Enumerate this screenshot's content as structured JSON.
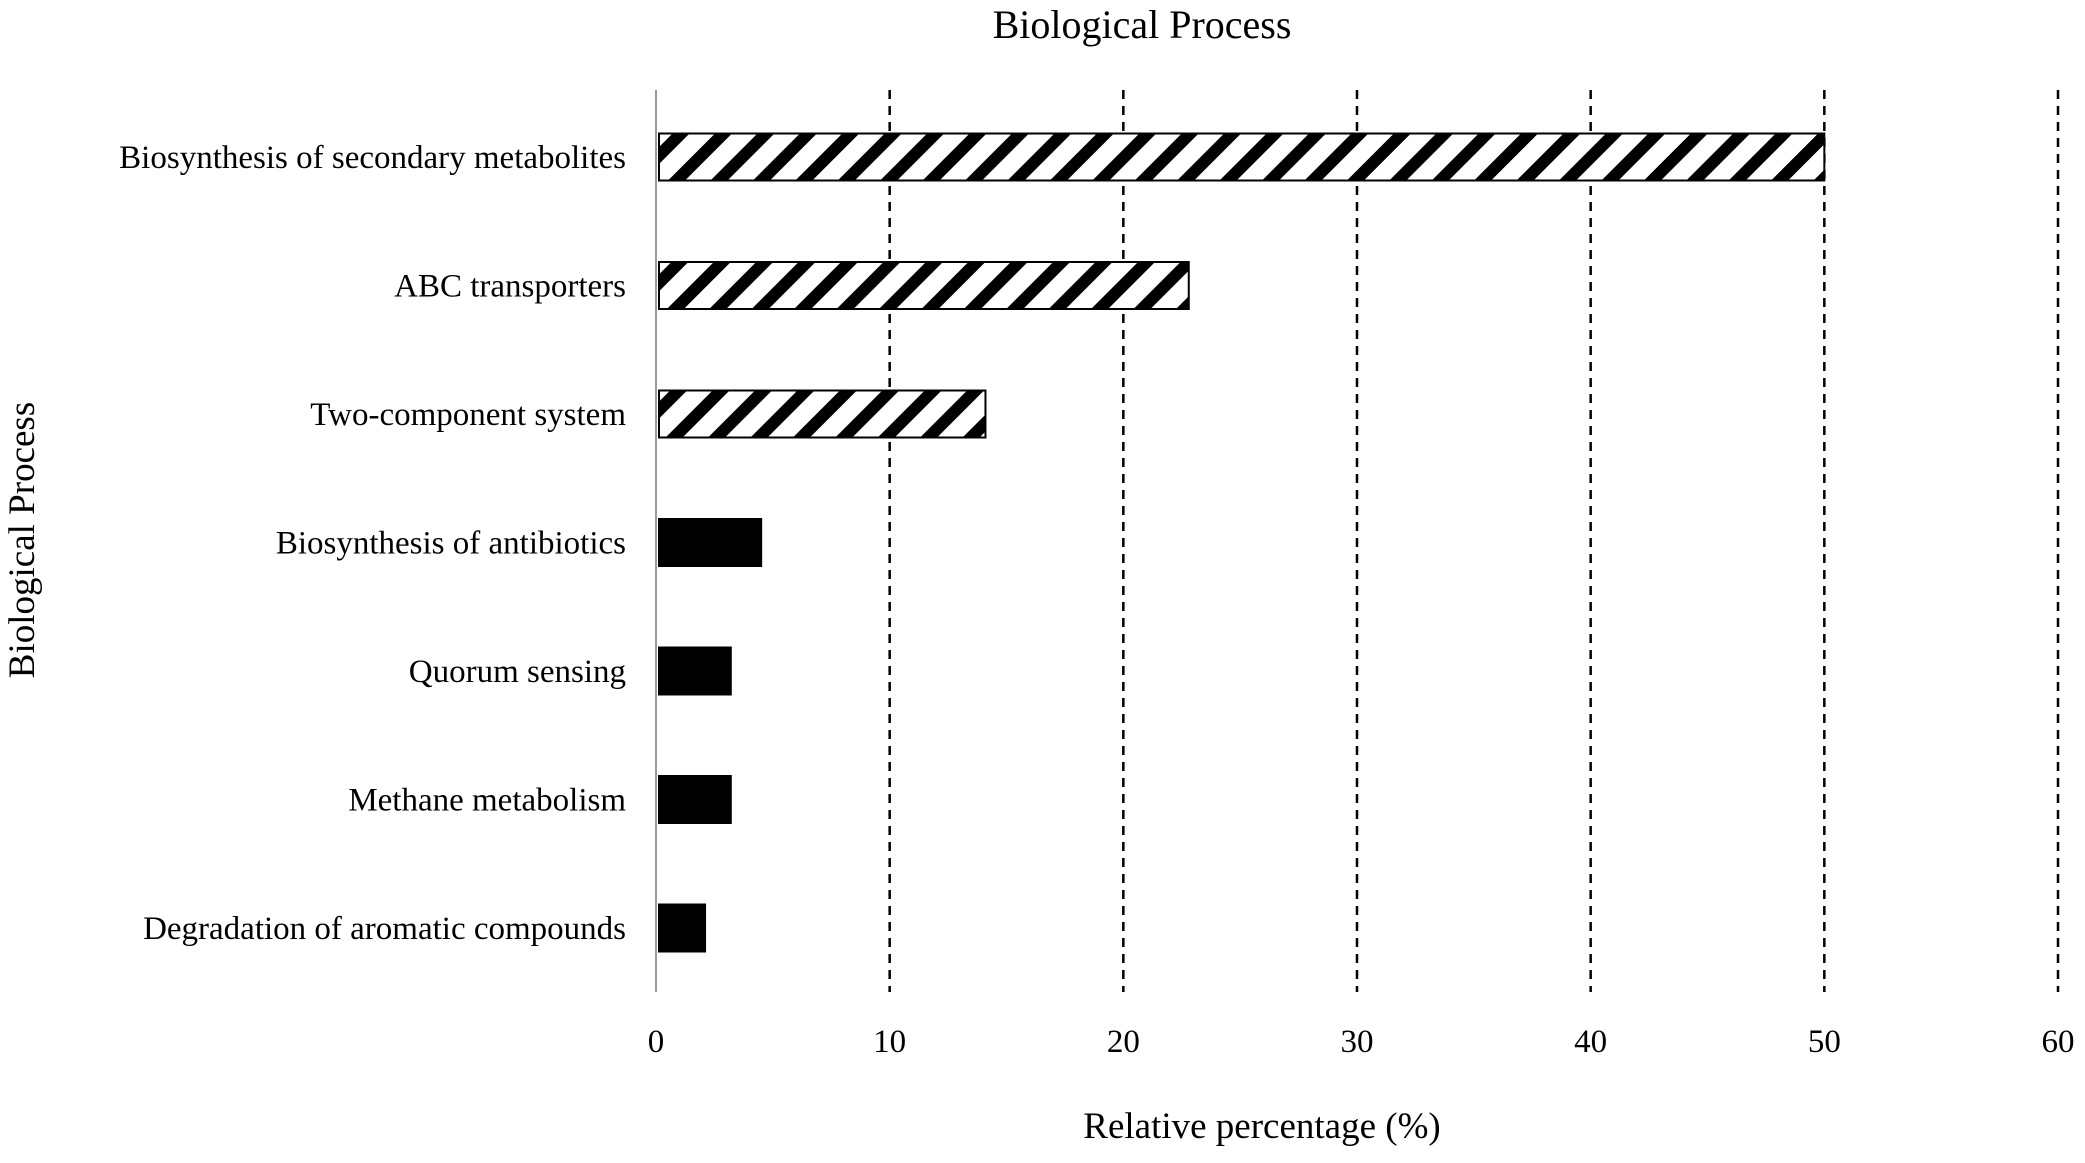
{
  "chart_data": {
    "type": "bar",
    "orientation": "horizontal",
    "title": "Biological Process",
    "xlabel": "Relative percentage (%)",
    "ylabel": "Biological Process",
    "xlim": [
      0,
      60
    ],
    "xticks": [
      0,
      10,
      20,
      30,
      40,
      50,
      60
    ],
    "grid": "vertical-dashed",
    "legend": "none",
    "categories": [
      "Biosynthesis of secondary metabolites",
      "ABC transporters",
      "Two-component system",
      "Biosynthesis of antibiotics",
      "Quorum sensing",
      "Methane metabolism",
      "Degradation of aromatic compounds"
    ],
    "values": [
      50,
      22.8,
      14.1,
      4.5,
      3.2,
      3.2,
      2.1
    ],
    "fill_styles": [
      "hatched",
      "hatched",
      "hatched",
      "solid",
      "solid",
      "solid",
      "solid"
    ],
    "colors": {
      "bar": "#000000",
      "grid": "#000000",
      "axis": "#9a9a9a",
      "background": "#ffffff"
    }
  }
}
